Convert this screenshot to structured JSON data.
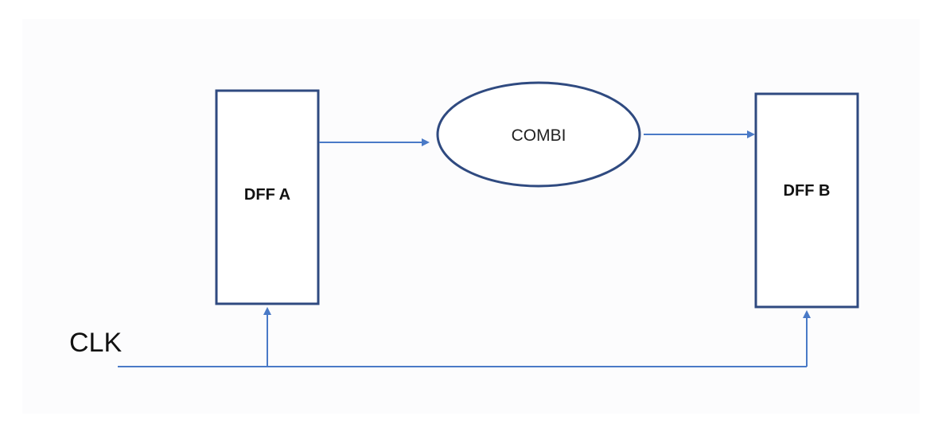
{
  "diagram": {
    "nodes": {
      "dff_a": {
        "label": "DFF  A"
      },
      "combi": {
        "label": "COMBI"
      },
      "dff_b": {
        "label": "DFF  B"
      }
    },
    "clock": {
      "label": "CLK"
    },
    "edges": [
      {
        "from": "dff_a",
        "to": "combi"
      },
      {
        "from": "combi",
        "to": "dff_b"
      },
      {
        "from": "clk",
        "to": "dff_a"
      },
      {
        "from": "clk",
        "to": "dff_b"
      }
    ],
    "colors": {
      "box_stroke": "#2f4a80",
      "wire": "#4a7ac7",
      "text": "#111111"
    }
  }
}
